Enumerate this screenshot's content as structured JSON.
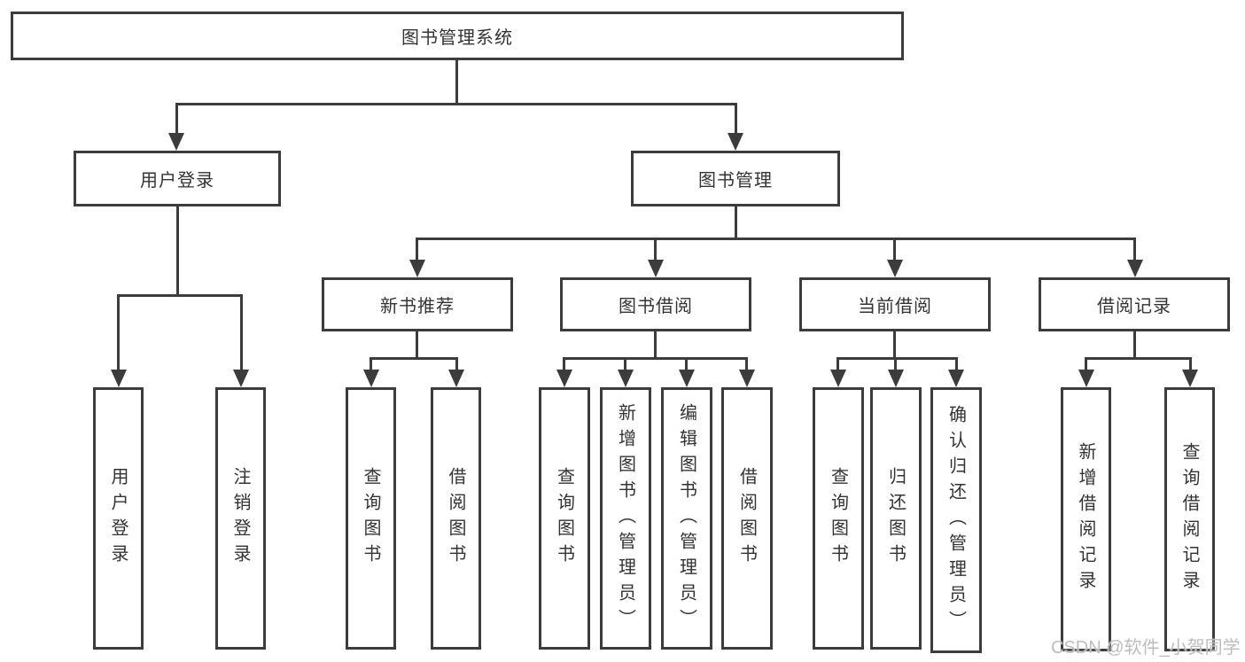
{
  "nodes": {
    "root": "图书管理系统",
    "l1": {
      "user_login": "用户登录",
      "book_mgmt": "图书管理"
    },
    "l2": {
      "new_book": "新书推荐",
      "book_borrow": "图书借阅",
      "current_borrow": "当前借阅",
      "borrow_records": "借阅记录"
    },
    "leaves": {
      "g1": [
        "用户登录",
        "注销登录"
      ],
      "g2": [
        "查询图书",
        "借阅图书"
      ],
      "g3": [
        "查询图书",
        "新增图书（管理员）",
        "编辑图书（管理员）",
        "借阅图书"
      ],
      "g4": [
        "查询图书",
        "归还图书",
        "确认归还（管理员）"
      ],
      "g5": [
        "新增借阅记录",
        "查询借阅记录"
      ]
    }
  },
  "watermark": "CSDN @软件_小贺同学",
  "colors": {
    "line": "#3c3c3c",
    "text": "#333333",
    "background": "#ffffff",
    "watermark": "#bdbdbd"
  }
}
